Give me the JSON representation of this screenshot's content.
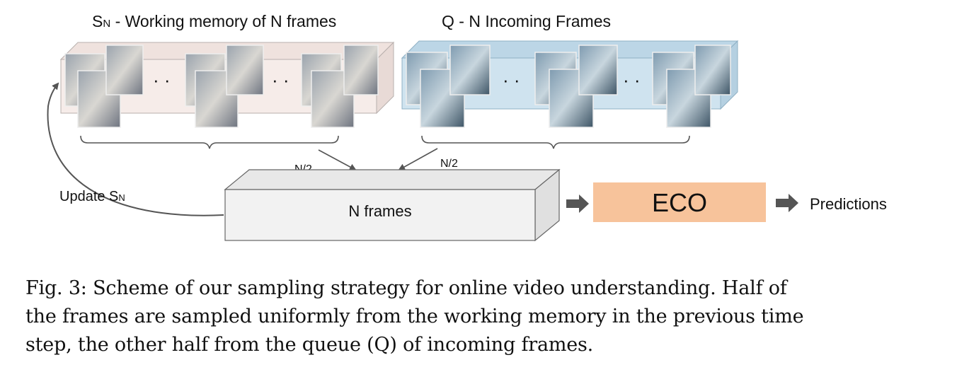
{
  "memory_title": {
    "s": "S",
    "sub": "N",
    "text": " - Working memory of N frames"
  },
  "queue_title": "Q - N Incoming Frames",
  "half_left": "N/2",
  "half_right": "N/2",
  "update": {
    "text": "Update S",
    "sub": "N"
  },
  "buffer_label": "N frames",
  "model_label": "ECO",
  "output_label": "Predictions",
  "ellipsis": "· ·",
  "caption": {
    "line1": "Fig. 3: Scheme of our sampling strategy for online video understanding. Half of",
    "line2": "the frames are sampled uniformly from the working memory in the previous time",
    "line3": "step, the other half from the queue (Q) of incoming frames."
  },
  "colors": {
    "memory_box": "#f6ece9",
    "queue_box": "#cfe3ef",
    "buffer_box": "#f2f2f2",
    "eco_box": "#f7c39b",
    "arrow": "#555555"
  }
}
